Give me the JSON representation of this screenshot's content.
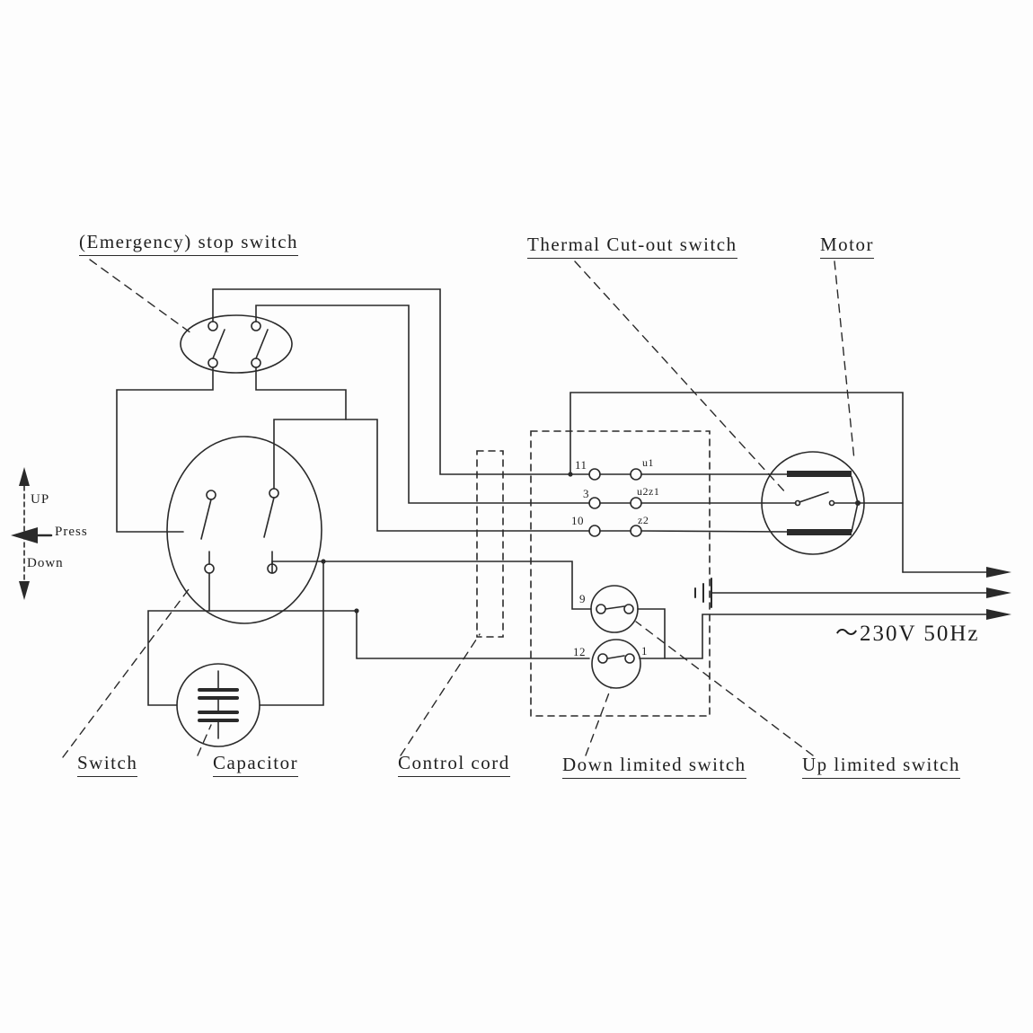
{
  "diagram": {
    "title_labels": {
      "emergency_stop": "(Emergency) stop switch",
      "thermal_cutout": "Thermal Cut-out switch",
      "motor": "Motor"
    },
    "bottom_labels": {
      "switch": "Switch",
      "capacitor": "Capacitor",
      "control_cord": "Control cord",
      "down_limited": "Down limited switch",
      "up_limited": "Up limited switch"
    },
    "direction_indicator": {
      "up": "UP",
      "press": "Press",
      "down": "Down"
    },
    "power": "～230V 50Hz",
    "terminals": {
      "t11": "11",
      "t3": "3",
      "t10": "10",
      "t9": "9",
      "t12": "12",
      "t1": "1"
    },
    "wire_labels": {
      "u1": "u1",
      "u2z1": "u2z1",
      "z2": "z2"
    },
    "colors": {
      "line": "#2a2a2a",
      "background": "#fdfdfd"
    }
  }
}
